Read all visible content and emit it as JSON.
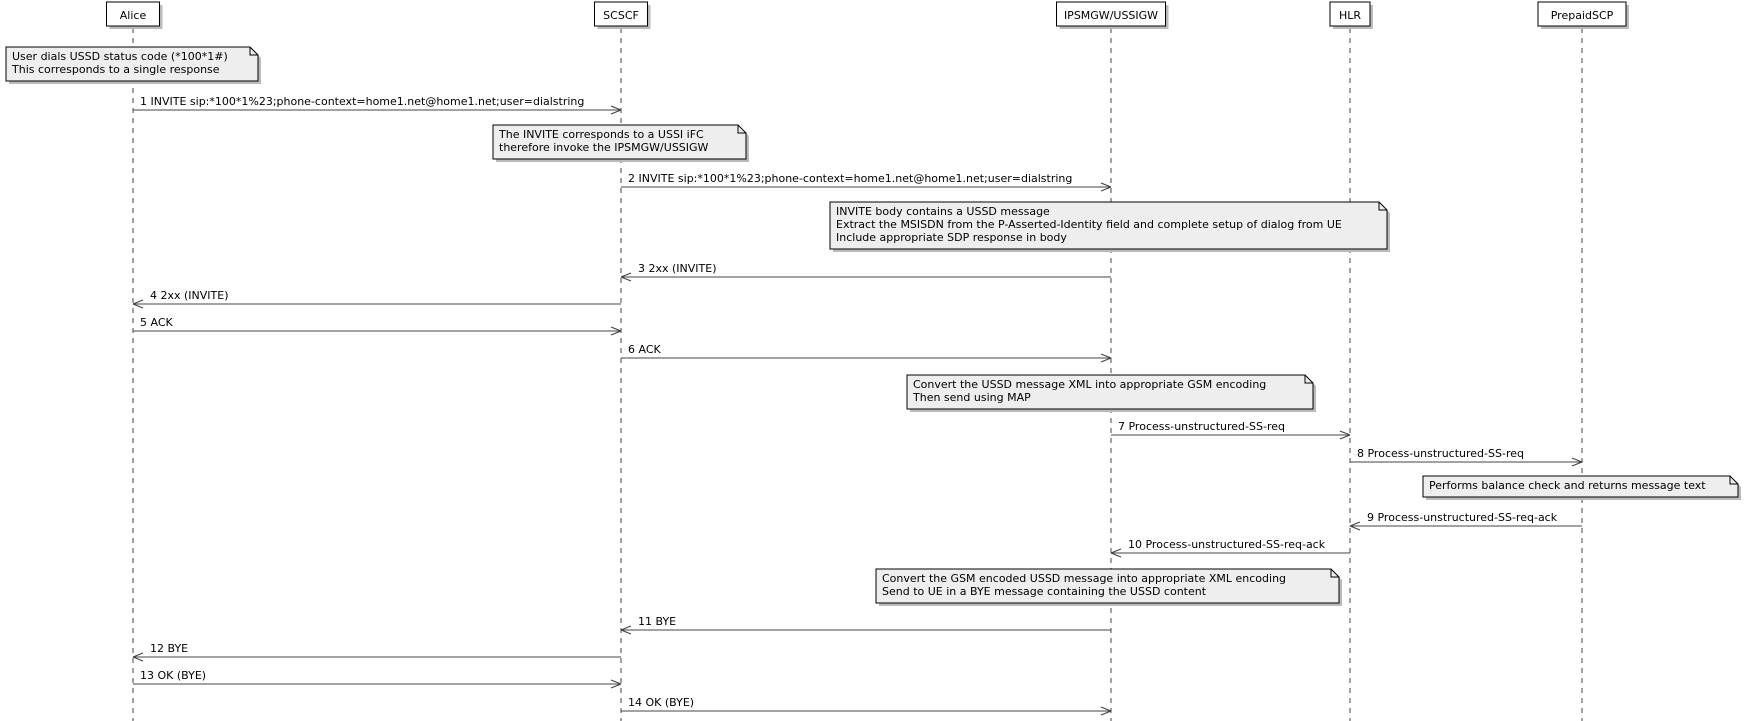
{
  "participants": [
    {
      "id": "alice",
      "label": "Alice"
    },
    {
      "id": "scscf",
      "label": "SCSCF"
    },
    {
      "id": "ipsmgw",
      "label": "IPSMGW/USSIGW"
    },
    {
      "id": "hlr",
      "label": "HLR"
    },
    {
      "id": "prepaid",
      "label": "PrepaidSCP"
    }
  ],
  "notes": [
    {
      "lines": [
        "User dials USSD status code (*100*1#)",
        "This corresponds to a single response"
      ]
    },
    {
      "lines": [
        "The INVITE corresponds to a USSI iFC",
        "therefore invoke the IPSMGW/USSIGW"
      ]
    },
    {
      "lines": [
        "INVITE body contains a USSD message",
        "Extract the MSISDN from the P-Asserted-Identity field and complete setup of dialog from UE",
        "Include appropriate SDP response in body"
      ]
    },
    {
      "lines": [
        "Convert the USSD message XML into appropriate GSM encoding",
        "Then send using MAP"
      ]
    },
    {
      "lines": [
        "Performs balance check and returns message text"
      ]
    },
    {
      "lines": [
        "Convert the GSM encoded USSD message into appropriate XML encoding",
        "Send to UE in a BYE message containing the USSD content"
      ]
    }
  ],
  "messages": [
    {
      "from": "alice",
      "to": "scscf",
      "label": "1 INVITE sip:*100*1%23;phone-context=home1.net@home1.net;user=dialstring"
    },
    {
      "from": "scscf",
      "to": "ipsmgw",
      "label": "2 INVITE sip:*100*1%23;phone-context=home1.net@home1.net;user=dialstring"
    },
    {
      "from": "ipsmgw",
      "to": "scscf",
      "label": "3 2xx (INVITE)"
    },
    {
      "from": "scscf",
      "to": "alice",
      "label": "4 2xx (INVITE)"
    },
    {
      "from": "alice",
      "to": "scscf",
      "label": "5 ACK"
    },
    {
      "from": "scscf",
      "to": "ipsmgw",
      "label": "6 ACK"
    },
    {
      "from": "ipsmgw",
      "to": "hlr",
      "label": "7 Process-unstructured-SS-req"
    },
    {
      "from": "hlr",
      "to": "prepaid",
      "label": "8 Process-unstructured-SS-req"
    },
    {
      "from": "prepaid",
      "to": "hlr",
      "label": "9 Process-unstructured-SS-req-ack"
    },
    {
      "from": "hlr",
      "to": "ipsmgw",
      "label": "10 Process-unstructured-SS-req-ack"
    },
    {
      "from": "ipsmgw",
      "to": "scscf",
      "label": "11 BYE"
    },
    {
      "from": "scscf",
      "to": "alice",
      "label": "12 BYE"
    },
    {
      "from": "alice",
      "to": "scscf",
      "label": "13 OK (BYE)"
    },
    {
      "from": "scscf",
      "to": "ipsmgw",
      "label": "14 OK (BYE)"
    }
  ],
  "colors": {
    "line": "#444444",
    "note_fill": "#eeeeee",
    "participant_fill": "#ffffff",
    "shadow": "#bbbbbb",
    "text": "#000000"
  }
}
